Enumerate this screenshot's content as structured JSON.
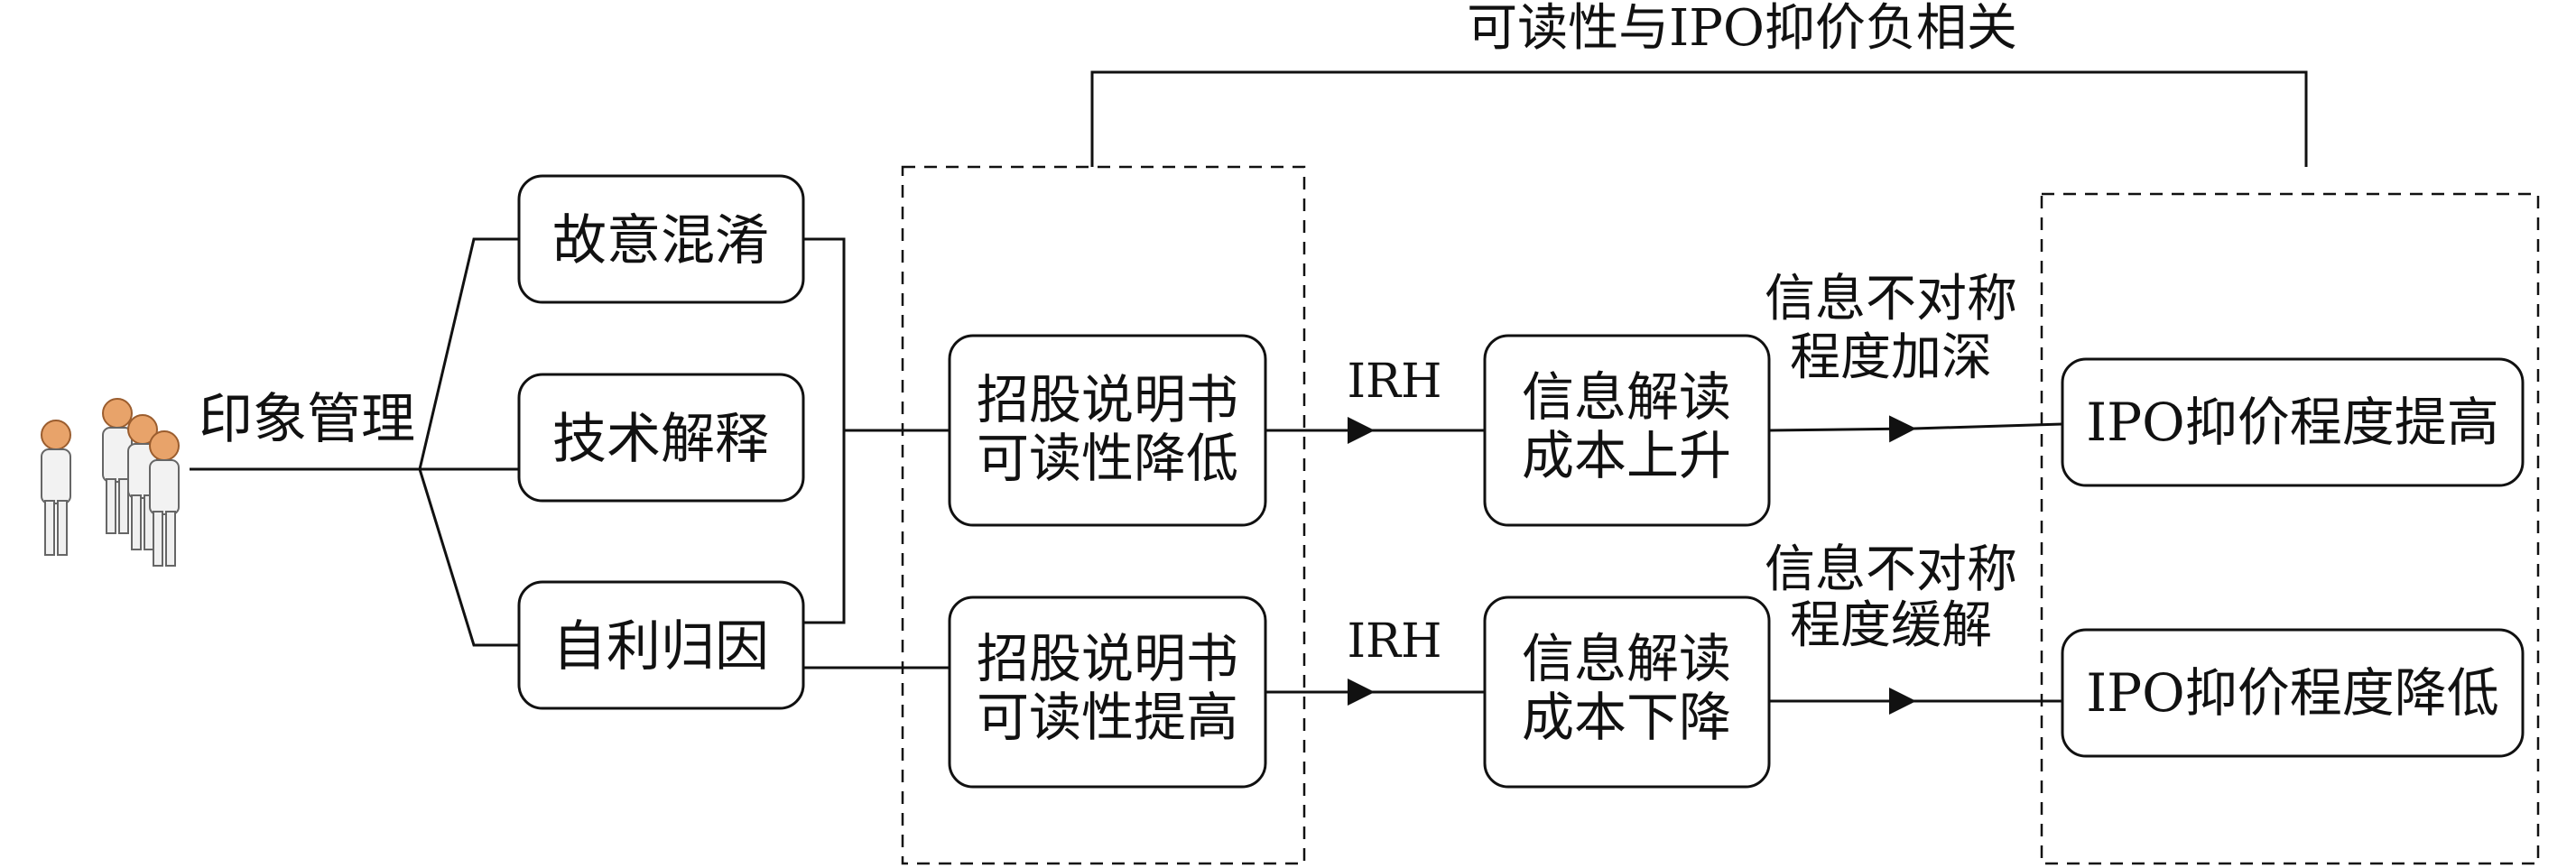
{
  "diagram": {
    "top_label": "可读性与IPO抑价负相关",
    "people_label": "印象管理",
    "strategies": [
      "故意混淆",
      "技术解释",
      "自利归因"
    ],
    "readability_low": [
      "招股说明书",
      "可读性降低"
    ],
    "readability_high": [
      "招股说明书",
      "可读性提高"
    ],
    "irh_label": "IRH",
    "cost_up": [
      "信息解读",
      "成本上升"
    ],
    "cost_down": [
      "信息解读",
      "成本下降"
    ],
    "asym_up": [
      "信息不对称",
      "程度加深"
    ],
    "asym_down": [
      "信息不对称",
      "程度缓解"
    ],
    "outcome_up": "IPO抑价程度提高",
    "outcome_down": "IPO抑价程度降低",
    "icons": [
      "people-group-icon"
    ]
  }
}
